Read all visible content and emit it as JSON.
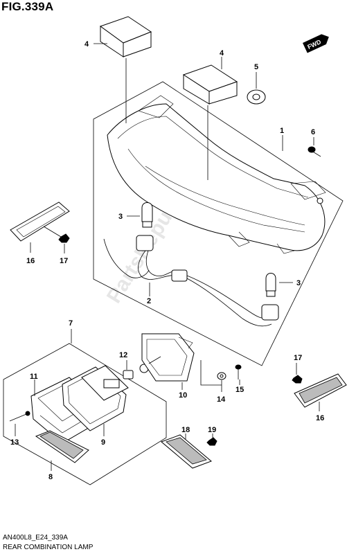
{
  "figure_title": "FIG.339A",
  "figure_code": "AN400L8_E24_339A",
  "caption": "REAR COMBINATION LAMP",
  "direction_badge": "FWD",
  "watermark": "PartsRepublik",
  "callouts": {
    "c1": "1",
    "c2": "2",
    "c3a": "3",
    "c3b": "3",
    "c4a": "4",
    "c4b": "4",
    "c5": "5",
    "c6": "6",
    "c7": "7",
    "c8": "8",
    "c9": "9",
    "c10": "10",
    "c11": "11",
    "c12": "12",
    "c13": "13",
    "c14": "14",
    "c15": "15",
    "c16a": "16",
    "c16b": "16",
    "c17a": "17",
    "c17b": "17",
    "c18": "18",
    "c19": "19"
  }
}
